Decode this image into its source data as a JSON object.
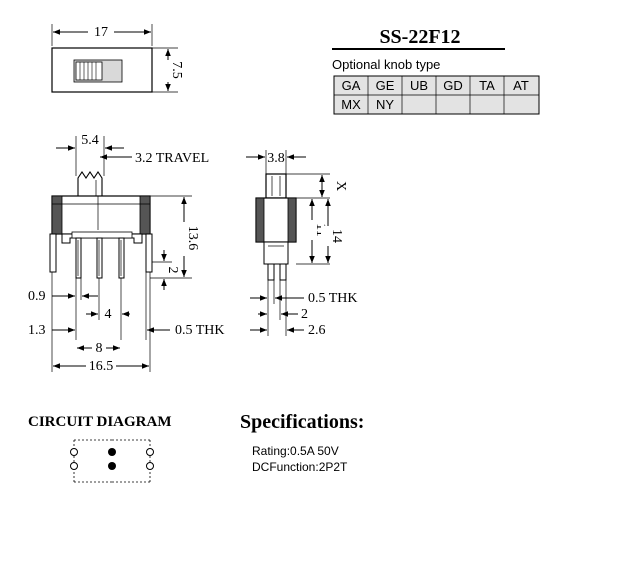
{
  "title": "SS-22F12",
  "knob": {
    "heading": "Optional knob type",
    "row1": [
      "GA",
      "GE",
      "UB",
      "GD",
      "TA",
      "AT"
    ],
    "row2": [
      "MX",
      "NY",
      "",
      "",
      "",
      ""
    ]
  },
  "top_view": {
    "width": "17",
    "height": "7.5"
  },
  "front_view": {
    "knob_width": "5.4",
    "travel": "3.2 TRAVEL",
    "body_height": "13.6",
    "pin_inset": "2",
    "pin_width": "0.9",
    "pin_pitch": "4",
    "pin_offset": "1.3",
    "outer_pitch": "8",
    "thickness": "0.5 THK",
    "overall_width": "16.5"
  },
  "side_view": {
    "knob_width": "3.8",
    "knob_height": "X",
    "body_height": "11",
    "total_height": "14",
    "thickness": "0.5 THK",
    "pin_gap": "2",
    "pin_span": "2.6"
  },
  "circuit": {
    "title": "CIRCUIT DIAGRAM"
  },
  "specs": {
    "title": "Specifications:",
    "rating": "Rating:0.5A 50V",
    "function": "DCFunction:2P2T"
  }
}
